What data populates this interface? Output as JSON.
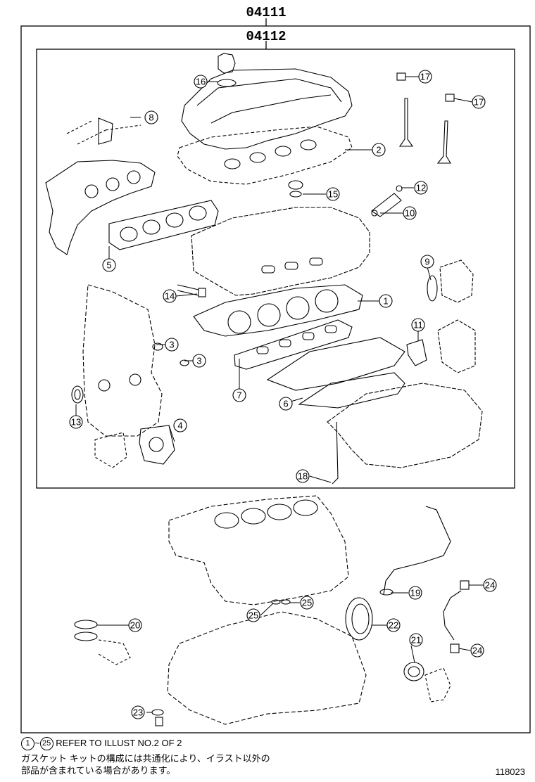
{
  "header": {
    "outer_kit_code": "04111",
    "inner_kit_code": "04112"
  },
  "callouts": [
    "1",
    "2",
    "3",
    "3",
    "4",
    "5",
    "6",
    "7",
    "8",
    "9",
    "10",
    "11",
    "12",
    "13",
    "14",
    "15",
    "16",
    "17",
    "17",
    "18",
    "19",
    "20",
    "21",
    "22",
    "23",
    "24",
    "24",
    "25",
    "25"
  ],
  "notes": {
    "range_start": "1",
    "range_sep": "~",
    "range_end": "25",
    "refer_text": "REFER TO ILLUST NO.2 OF 2",
    "jp_line1": "ガスケット キットの構成には共通化により、イラスト以外の",
    "jp_line2": "部品が含まれている場合があります。"
  },
  "drawing_number": "118023"
}
